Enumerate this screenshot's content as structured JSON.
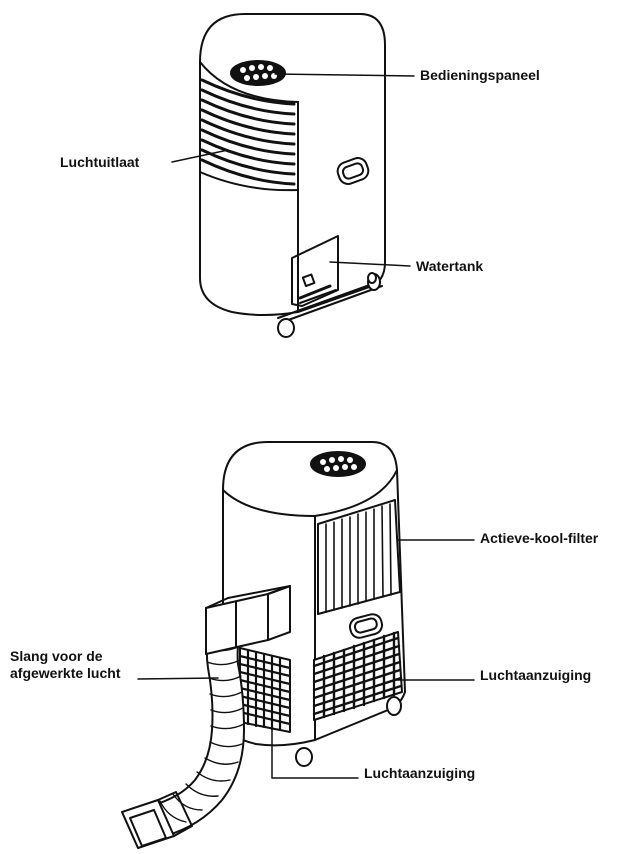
{
  "labels": {
    "control_panel": "Bedieningspaneel",
    "air_outlet": "Luchtuitlaat",
    "water_tank": "Watertank",
    "carbon_filter": "Actieve-kool-filter",
    "exhaust_hose": "Slang voor de afgewerkte lucht",
    "air_intake_side": "Luchtaanzuiging",
    "air_intake_bottom": "Luchtaanzuiging"
  },
  "colors": {
    "line": "#111111",
    "background": "#ffffff"
  }
}
